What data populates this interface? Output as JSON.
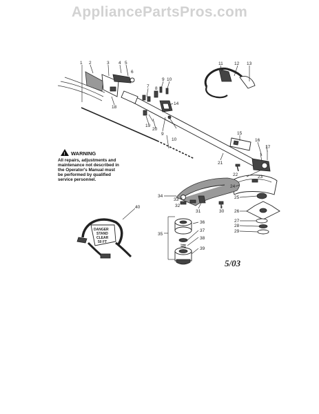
{
  "watermark": "AppliancePartsPros.com",
  "warning": {
    "title": "WARNING",
    "lines": [
      "All repairs, adjustments and",
      "maintenance not described in",
      "the Operator's Manual must",
      "be performed by qualified",
      "service personnel."
    ]
  },
  "sticker": [
    "DANGER",
    "STAND",
    "CLEAR",
    "50 FT"
  ],
  "date_code": "5/03",
  "part_numbers": {
    "p1": "1",
    "p2": "2",
    "p3": "3",
    "p4": "4",
    "p5": "5",
    "p6": "6",
    "p7": "7",
    "p8": "8",
    "p9a": "9",
    "p9b": "9",
    "p10a": "10",
    "p10b": "10",
    "p11": "11",
    "p12": "12",
    "p13": "13",
    "p14": "14",
    "p15": "15",
    "p16": "16",
    "p17": "17",
    "p18": "18",
    "p19": "19",
    "p20": "20",
    "p21": "21",
    "p22": "22",
    "p23": "23",
    "p24": "24",
    "p25": "25",
    "p26": "26",
    "p27": "27",
    "p28": "28",
    "p29": "29",
    "p30": "30",
    "p31": "31",
    "p32": "32",
    "p33": "33",
    "p34": "34",
    "p35": "35",
    "p36": "36",
    "p37": "37",
    "p38": "38",
    "p39": "39",
    "p40": "40"
  }
}
